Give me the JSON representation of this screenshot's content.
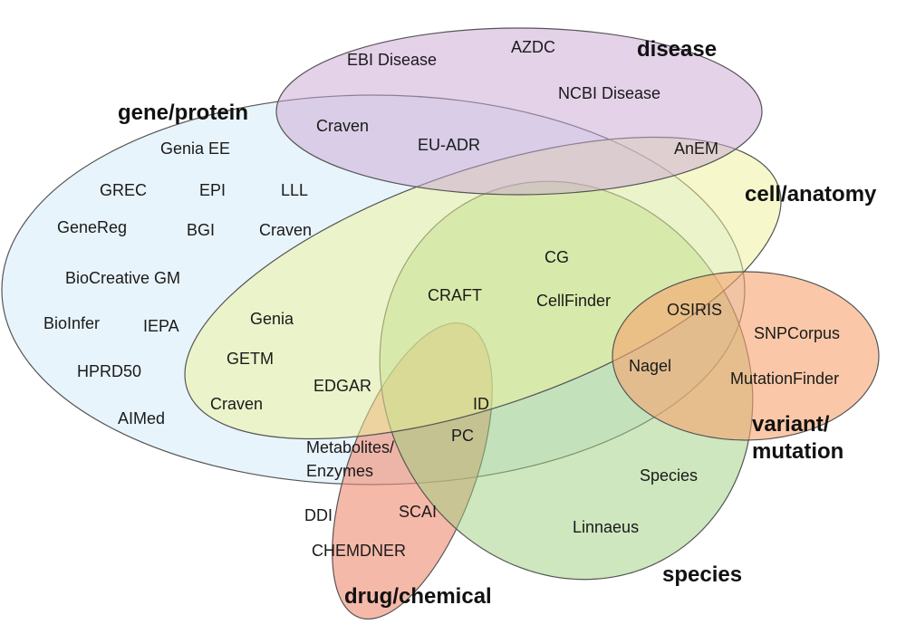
{
  "colors": {
    "gene_protein": "#d6ebf8",
    "disease": "#c9a6d4",
    "cell_anatomy": "#eef29a",
    "species": "#9ed07e",
    "drug_chemical": "#ef8b70",
    "variant_mutation": "#f7a36e"
  },
  "categories": {
    "gene_protein": "gene/protein",
    "disease": "disease",
    "cell_anatomy": "cell/anatomy",
    "variant_mutation_1": "variant/",
    "variant_mutation_2": "mutation",
    "species": "species",
    "drug_chemical": "drug/chemical"
  },
  "corpora": {
    "ebi_disease": "EBI Disease",
    "azdc": "AZDC",
    "ncbi_disease": "NCBI Disease",
    "craven_gp_disease": "Craven",
    "eu_adr": "EU-ADR",
    "anem": "AnEM",
    "genia_ee": "Genia EE",
    "grec": "GREC",
    "epi": "EPI",
    "lll": "LLL",
    "genereg": "GeneReg",
    "bgi": "BGI",
    "craven_gp": "Craven",
    "biocreative_gm": "BioCreative GM",
    "bioinfer": "BioInfer",
    "iepa": "IEPA",
    "hprd50": "HPRD50",
    "aimed": "AIMed",
    "genia": "Genia",
    "getm": "GETM",
    "craven_cell": "Craven",
    "edgar": "EDGAR",
    "craft": "CRAFT",
    "cg": "CG",
    "cellfinder": "CellFinder",
    "id": "ID",
    "pc": "PC",
    "metabolites_1": "Metabolites/",
    "metabolites_2": "Enzymes",
    "osiris": "OSIRIS",
    "nagel": "Nagel",
    "snpcorpus": "SNPCorpus",
    "mutationfinder": "MutationFinder",
    "species_corpus": "Species",
    "linnaeus": "Linnaeus",
    "ddi": "DDI",
    "scai": "SCAI",
    "chemdner": "CHEMDNER"
  }
}
